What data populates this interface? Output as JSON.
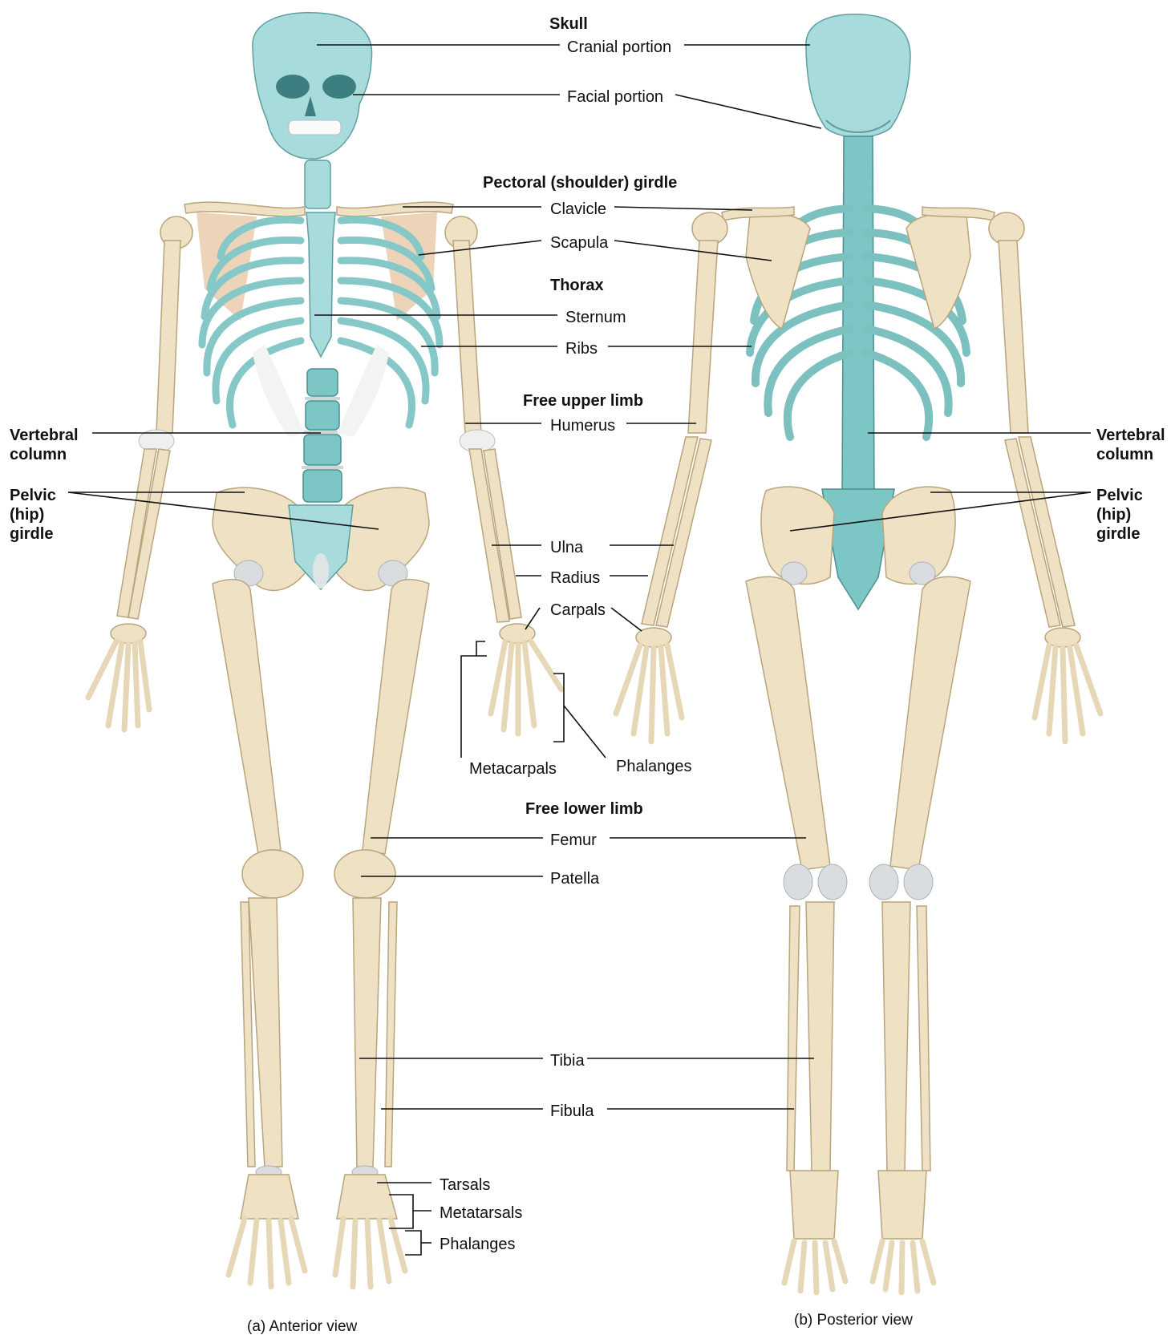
{
  "colors": {
    "axial": "#a8dcdc",
    "appendicular": "#efe2c4",
    "cartilage": "#eef0f0"
  },
  "headings": {
    "skull": "Skull",
    "pectoral": "Pectoral (shoulder) girdle",
    "thorax": "Thorax",
    "upper_limb": "Free upper limb",
    "lower_limb": "Free lower limb"
  },
  "labels": {
    "cranial": "Cranial portion",
    "facial": "Facial portion",
    "clavicle": "Clavicle",
    "scapula": "Scapula",
    "sternum": "Sternum",
    "ribs": "Ribs",
    "humerus": "Humerus",
    "ulna": "Ulna",
    "radius": "Radius",
    "carpals": "Carpals",
    "metacarpals": "Metacarpals",
    "phalanges_hand": "Phalanges",
    "femur": "Femur",
    "patella": "Patella",
    "tibia": "Tibia",
    "fibula": "Fibula",
    "tarsals": "Tarsals",
    "metatarsals": "Metatarsals",
    "phalanges_foot": "Phalanges"
  },
  "side_labels": {
    "left_vertebral": [
      "Vertebral",
      "column"
    ],
    "left_pelvic": [
      "Pelvic",
      "(hip)",
      "girdle"
    ],
    "right_vertebral": [
      "Vertebral",
      "column"
    ],
    "right_pelvic": [
      "Pelvic",
      "(hip)",
      "girdle"
    ]
  },
  "captions": {
    "anterior": "(a) Anterior view",
    "posterior": "(b) Posterior view"
  }
}
